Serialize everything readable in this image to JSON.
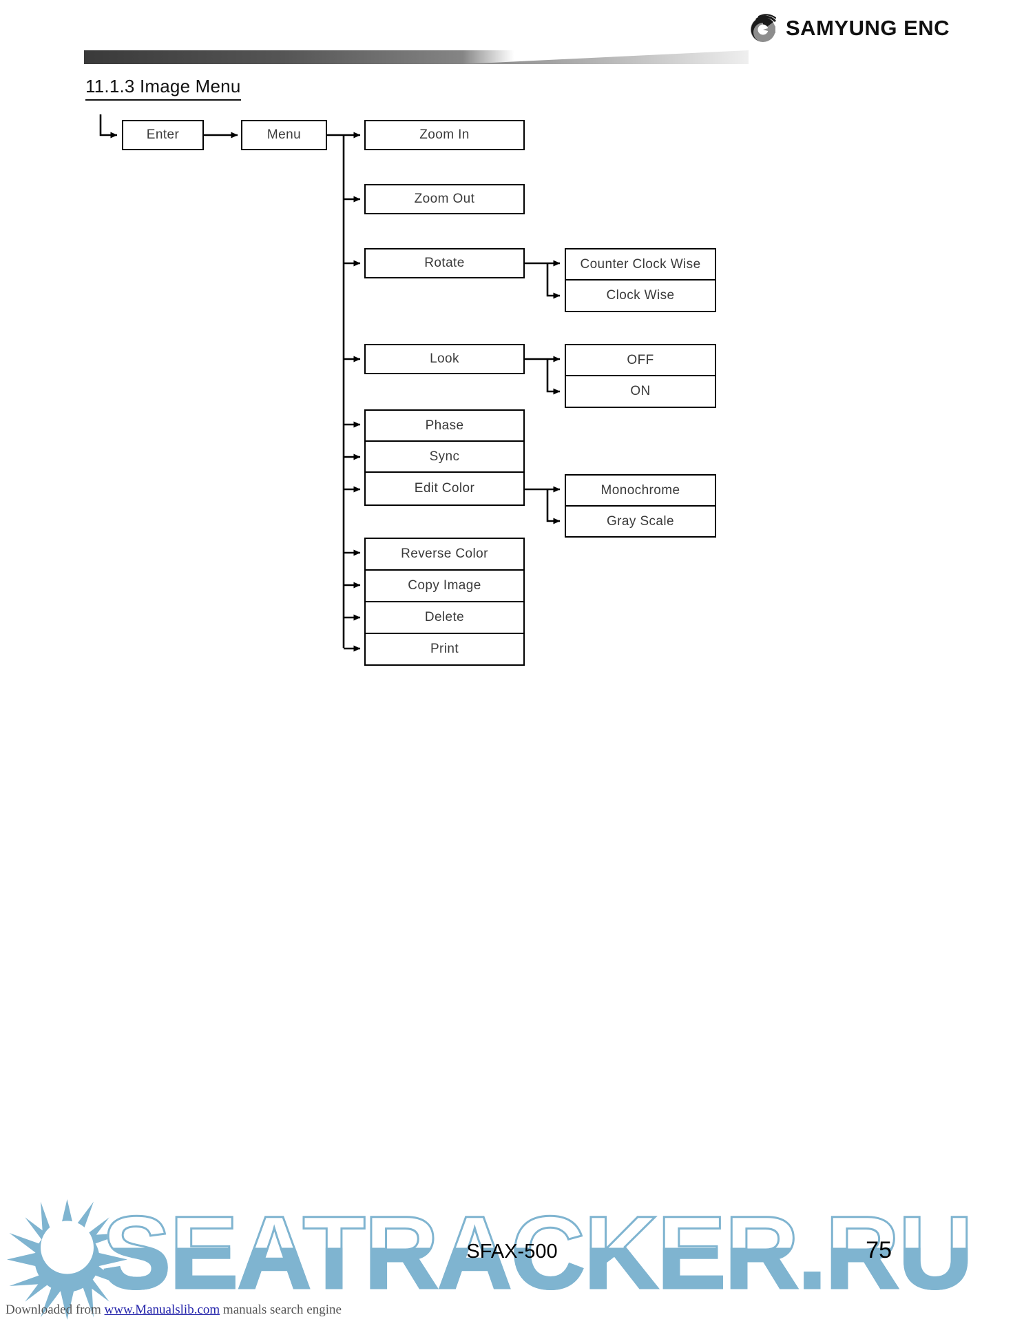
{
  "header": {
    "brand": "SAMYUNG ENC",
    "logo_icon": "samyung-swoosh-logo"
  },
  "title": "11.1.3 Image Menu",
  "diagram": {
    "type": "flowchart",
    "entry": {
      "label": "Enter"
    },
    "menu": {
      "label": "Menu"
    },
    "items": [
      {
        "label": "Zoom In"
      },
      {
        "label": "Zoom Out"
      },
      {
        "label": "Rotate",
        "children": [
          "Counter Clock Wise",
          "Clock Wise"
        ]
      },
      {
        "label": "Look",
        "children": [
          "OFF",
          "ON"
        ]
      },
      {
        "label": "Phase"
      },
      {
        "label": "Sync"
      },
      {
        "label": "Edit Color",
        "children": [
          "Monochrome",
          "Gray Scale"
        ]
      },
      {
        "label": "Reverse Color"
      },
      {
        "label": "Copy Image"
      },
      {
        "label": "Delete"
      },
      {
        "label": "Print"
      }
    ],
    "rotate_children": [
      "Counter Clock Wise",
      "Clock Wise"
    ],
    "look_children": [
      "OFF",
      "ON"
    ],
    "editcolor_children": [
      "Monochrome",
      "Gray Scale"
    ]
  },
  "footer": {
    "model": "SFAX-500",
    "page": "75",
    "watermark": "SEATRACKER.RU",
    "watermark_icon": "starburst-sun-icon",
    "download_prefix": "Downloaded from ",
    "download_link": "www.Manualslib.com",
    "download_suffix": " manuals search engine"
  },
  "colors": {
    "watermark_blue": "#7fb4d0",
    "link_blue": "#2222aa",
    "box_border": "#000000",
    "box_text": "#3a3a3a"
  }
}
